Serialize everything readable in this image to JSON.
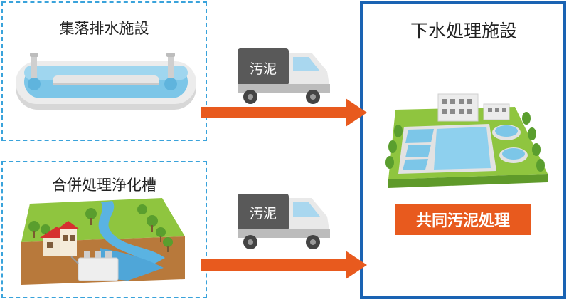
{
  "sources": {
    "village": {
      "title": "集落排水施設"
    },
    "johkasou": {
      "title": "合併処理浄化槽"
    }
  },
  "trucks": {
    "top_label": "汚泥",
    "bottom_label": "汚泥"
  },
  "destination": {
    "title": "下水処理施設",
    "badge": "共同汚泥処理"
  },
  "colors": {
    "dashed_border": "#3aa3db",
    "solid_border": "#1a63b3",
    "arrow": "#e85a1e",
    "badge": "#e85a1e"
  }
}
